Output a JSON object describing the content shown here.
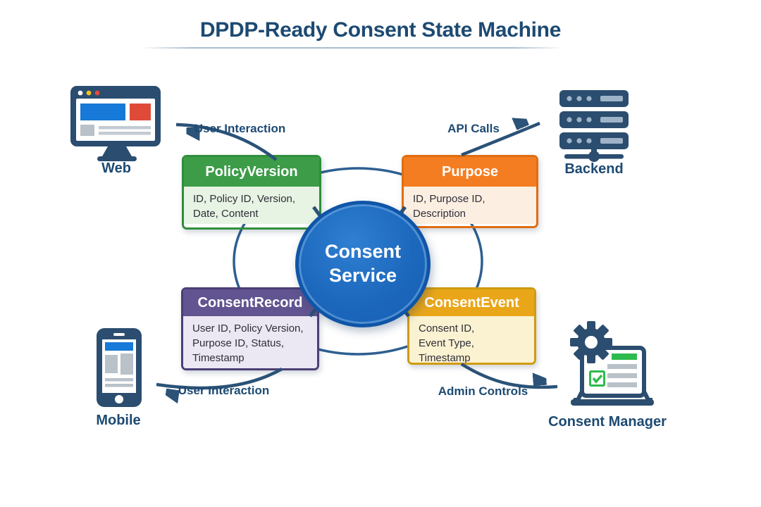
{
  "title": "DPDP-Ready Consent State Machine",
  "center": {
    "label": "Consent Service"
  },
  "entities": [
    {
      "name": "PolicyVersion",
      "fields": "ID, Policy ID, Version,\nDate, Content",
      "header_color": "#3d9c48",
      "border_color": "#2f8f3c",
      "body_color": "#e7f3e3"
    },
    {
      "name": "Purpose",
      "fields": "ID, Purpose ID,\nDescription",
      "header_color": "#f57d21",
      "border_color": "#e06d12",
      "body_color": "#fcefe2"
    },
    {
      "name": "ConsentRecord",
      "fields": "User ID, Policy Version,\nPurpose ID, Status,\nTimestamp",
      "header_color": "#615490",
      "border_color": "#4a3f75",
      "body_color": "#ebe7f3"
    },
    {
      "name": "ConsentEvent",
      "fields": "Consent ID,\nEvent Type, Timestamp",
      "header_color": "#e9a619",
      "border_color": "#cf9b10",
      "body_color": "#fbf2d2"
    }
  ],
  "actors": [
    {
      "label": "Web",
      "icon": "monitor-icon"
    },
    {
      "label": "Backend",
      "icon": "server-stack-icon"
    },
    {
      "label": "Mobile",
      "icon": "smartphone-icon"
    },
    {
      "label": "Consent Manager",
      "icon": "gear-document-icon"
    }
  ],
  "connections": [
    {
      "label": "User Interaction"
    },
    {
      "label": "API Calls"
    },
    {
      "label": "User Interaction"
    },
    {
      "label": "Admin Controls"
    }
  ],
  "colors": {
    "title_text": "#1d4a72",
    "label_text": "#1d4a72",
    "arrow": "#2b5277",
    "ring": "#2e5f91",
    "circle_fill": "#1f6fc4",
    "circle_border": "#0f55a7",
    "icon_navy": "#2b4d6f",
    "accent_blue": "#1779d8",
    "accent_red": "#e04b39",
    "accent_green": "#2dbb4d",
    "accent_yellow": "#f5c518",
    "background": "#ffffff"
  }
}
